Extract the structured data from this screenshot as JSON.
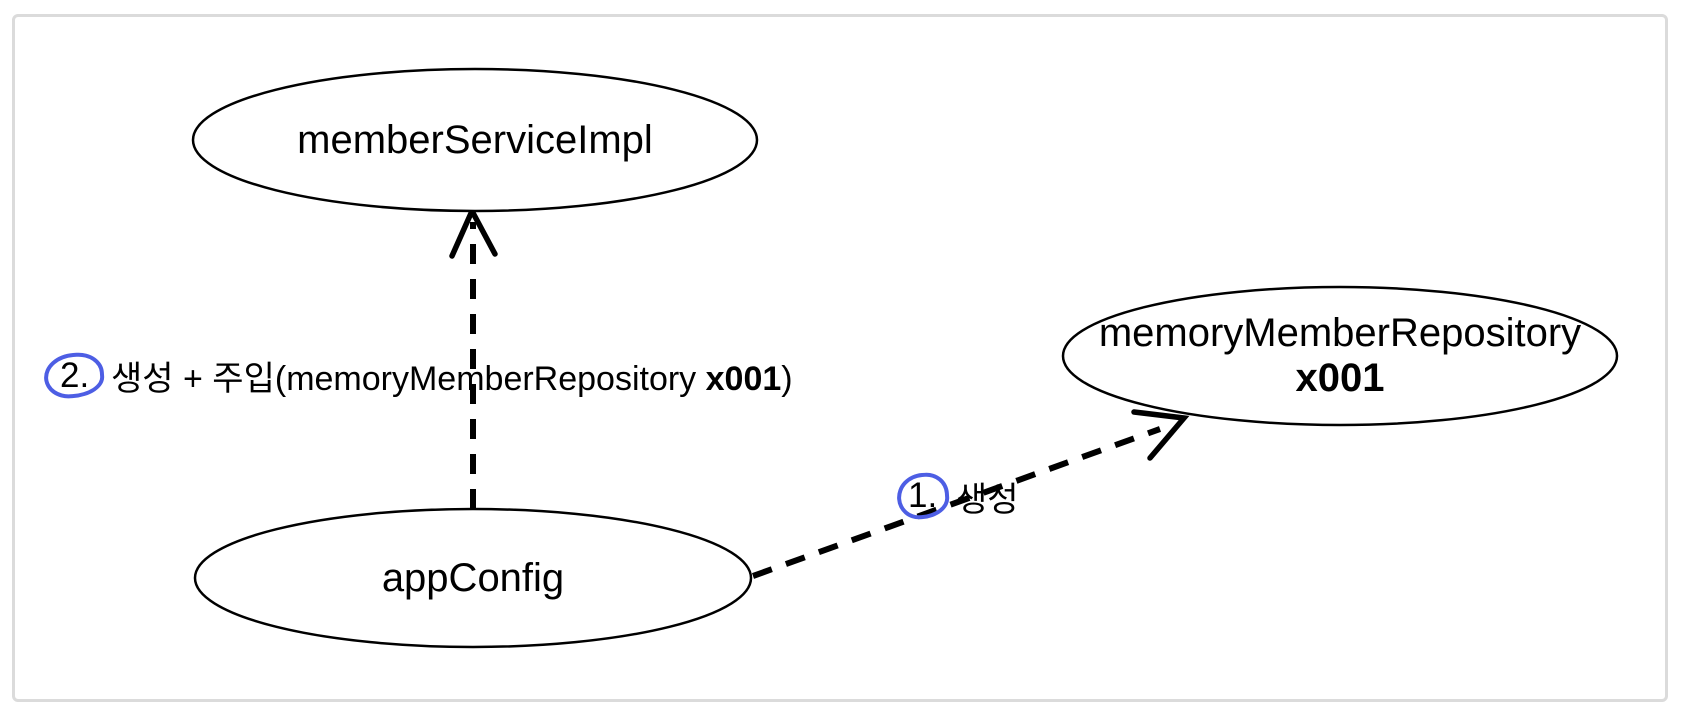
{
  "diagram": {
    "nodes": {
      "member_service_impl": {
        "label": "memberServiceImpl"
      },
      "app_config": {
        "label": "appConfig"
      },
      "memory_member_repository": {
        "label": "memoryMemberRepository",
        "instance": "x001"
      }
    },
    "annotations": {
      "step2": {
        "number": "2.",
        "pre": "생성 + 주입(memoryMemberRepository ",
        "bold": "x001",
        "post": ")"
      },
      "step1": {
        "number": "1.",
        "text": "생성"
      }
    },
    "colors": {
      "line": "#000000",
      "text": "#000000",
      "highlight_circle": "#4d5ee4",
      "frame_border": "#dbdbdb",
      "background": "#ffffff"
    }
  }
}
